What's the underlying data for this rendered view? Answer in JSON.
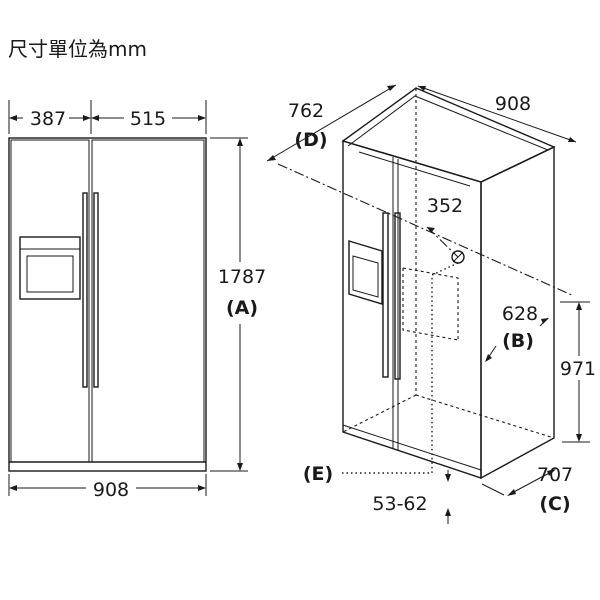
{
  "title": "尺寸單位為mm",
  "front": {
    "left_door_width": "387",
    "right_door_width": "515",
    "total_width": "908",
    "height": "1787",
    "height_ref": "(A)"
  },
  "perspective": {
    "depth": "762",
    "depth_ref": "(D)",
    "width": "908",
    "water_offset": "352",
    "water_depth": "628",
    "water_depth_ref": "(B)",
    "water_height": "971",
    "side_depth": "707",
    "side_depth_ref": "(C)",
    "foot_range": "53-62",
    "water_ref": "(E)"
  }
}
